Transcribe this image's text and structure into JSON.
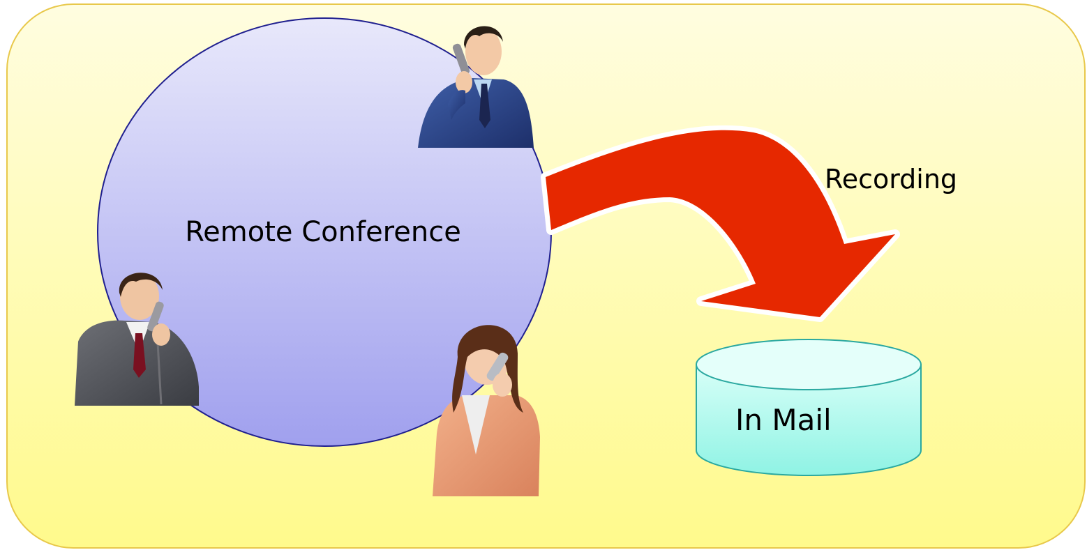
{
  "diagram": {
    "conference_label": "Remote Conference",
    "recording_label": "Recording",
    "storage_label": "In Mail"
  },
  "colors": {
    "panel_top": "#fffde0",
    "panel_bottom": "#fffa8c",
    "panel_border": "#e8c84a",
    "circle_top": "#e6e6fa",
    "circle_bottom": "#a3a3ef",
    "circle_border": "#1f1f8f",
    "arrow": "#e62800",
    "cylinder_top": "#e7fffa",
    "cylinder_body": "#9ff6ea",
    "cylinder_border": "#2aa8a0",
    "text": "#000000"
  },
  "icons": [
    "businessman-phone-icon",
    "businessman-phone-icon",
    "businesswoman-phone-icon"
  ]
}
